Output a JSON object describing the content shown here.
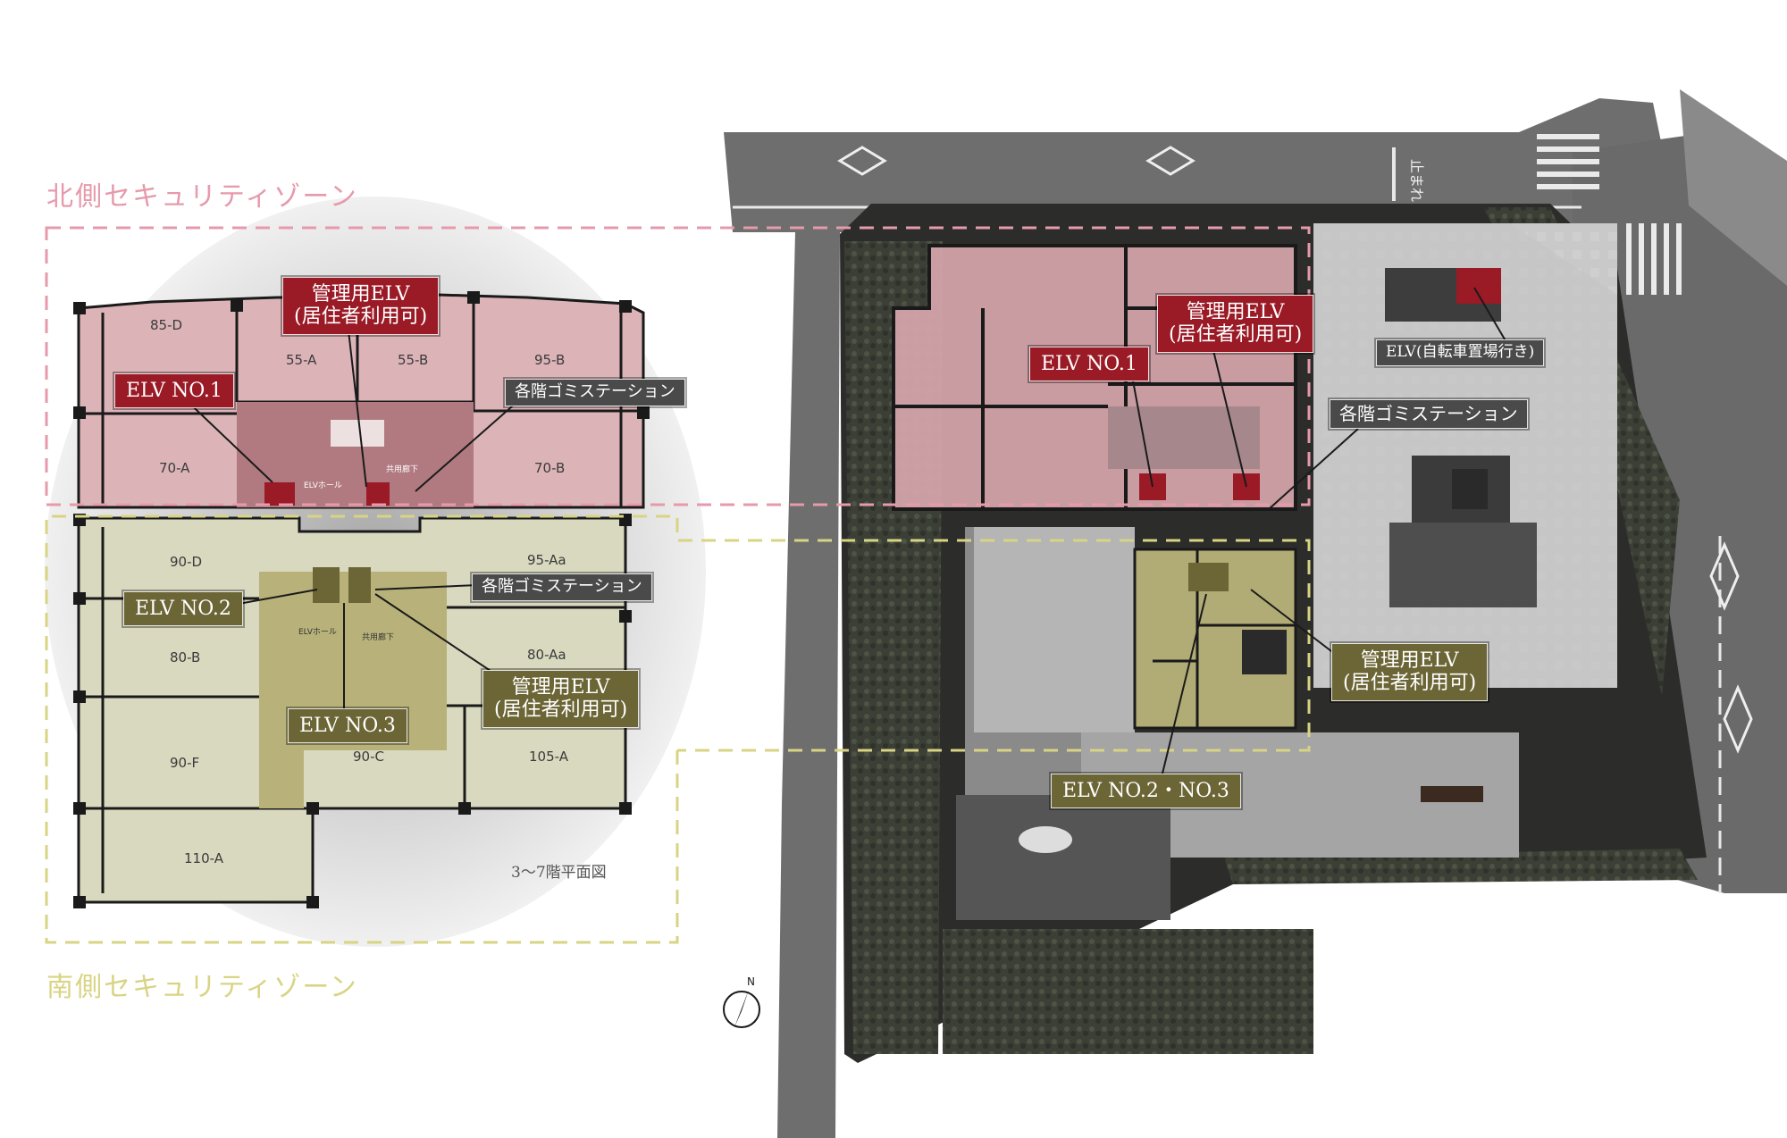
{
  "zones": {
    "north": {
      "title": "北側セキュリティゾーン",
      "color": "#e69aab"
    },
    "south": {
      "title": "南側セキュリティゾーン",
      "color": "#d8d484"
    }
  },
  "floor_plan": {
    "caption": "3～7階平面図",
    "north_units": [
      "85-D",
      "55-A",
      "55-B",
      "95-B",
      "70-A",
      "70-B"
    ],
    "south_units": [
      "90-D",
      "95-Aa",
      "80-B",
      "80-Aa",
      "90-F",
      "90-C",
      "105-A",
      "110-A"
    ],
    "small_labels": {
      "elv_hall_north": "ELVホール",
      "corridor_north": "共用廊下",
      "elv_hall_south": "ELVホール",
      "corridor_south": "共用廊下"
    },
    "tags": {
      "mgmt_elv_north": "管理用ELV\n(居住者利用可)",
      "elv_no1": "ELV NO.1",
      "garbage_north": "各階ゴミステーション",
      "elv_no2": "ELV NO.2",
      "garbage_south": "各階ゴミステーション",
      "mgmt_elv_south": "管理用ELV\n(居住者利用可)",
      "elv_no3": "ELV NO.3"
    }
  },
  "site_plan": {
    "tags": {
      "elv_no1": "ELV NO.1",
      "mgmt_elv_north": "管理用ELV\n(居住者利用可)",
      "garbage": "各階ゴミステーション",
      "elv_bicycle": "ELV(自転車置場行き)",
      "mgmt_elv_south": "管理用ELV\n(居住者利用可)",
      "elv_no2_no3": "ELV NO.2・NO.3"
    },
    "road_marking": "止まれ"
  },
  "compass": {
    "label": "N"
  },
  "colors": {
    "red_tag": "#9a1a26",
    "olive_tag": "#6c6535",
    "gray_tag": "#4a4a4a",
    "north_fill": "#dcb4b8",
    "south_fill": "#d9d9c0"
  }
}
